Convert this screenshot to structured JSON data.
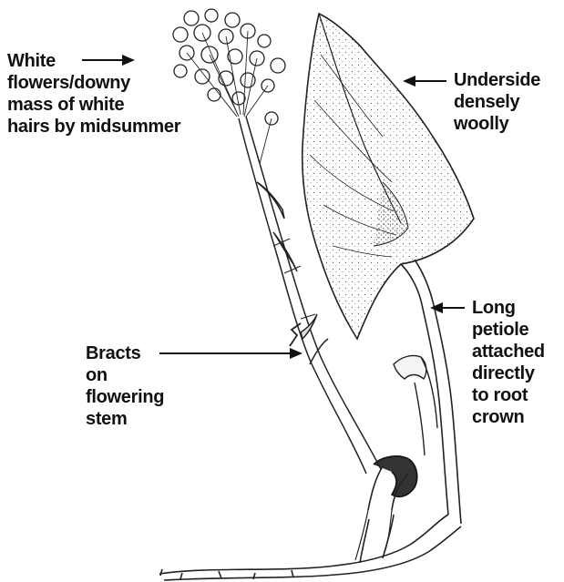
{
  "labels": {
    "flowers": [
      "White",
      "flowers/downy",
      "mass of white",
      "hairs by midsummer"
    ],
    "underside": [
      "Underside",
      "densely",
      "woolly"
    ],
    "bracts": [
      "Bracts",
      "on",
      "flowering",
      "stem"
    ],
    "petiole": [
      "Long",
      "petiole",
      "attached",
      "directly",
      "to root",
      "crown"
    ]
  },
  "colors": {
    "ink": "#111111",
    "background": "#ffffff"
  }
}
